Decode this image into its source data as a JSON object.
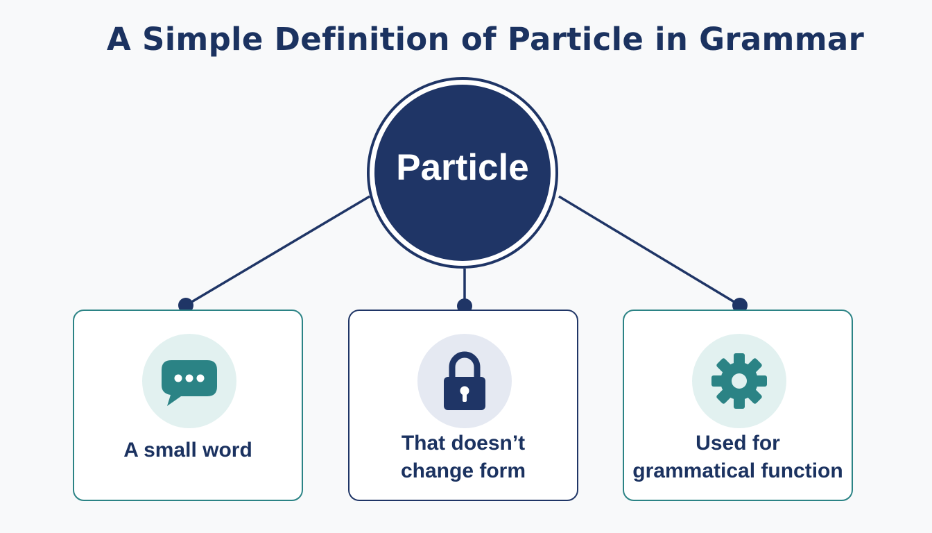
{
  "title": "A Simple Definition of Particle in Grammar",
  "center": {
    "label": "Particle",
    "color": "#1f3566"
  },
  "colors": {
    "navy": "#1f3566",
    "teal": "#2b8385",
    "teal_tint": "#e2f1f0",
    "navy_tint": "#e5e9f2",
    "background": "#f8f9fa"
  },
  "cards": [
    {
      "icon": "speech-bubble-icon",
      "lines": [
        "A small word"
      ],
      "accent": "#2b8385"
    },
    {
      "icon": "padlock-icon",
      "lines": [
        "That doesn’t",
        "change form"
      ],
      "accent": "#1f3566"
    },
    {
      "icon": "gear-icon",
      "lines": [
        "Used for",
        "grammatical function"
      ],
      "accent": "#2b8385"
    }
  ]
}
